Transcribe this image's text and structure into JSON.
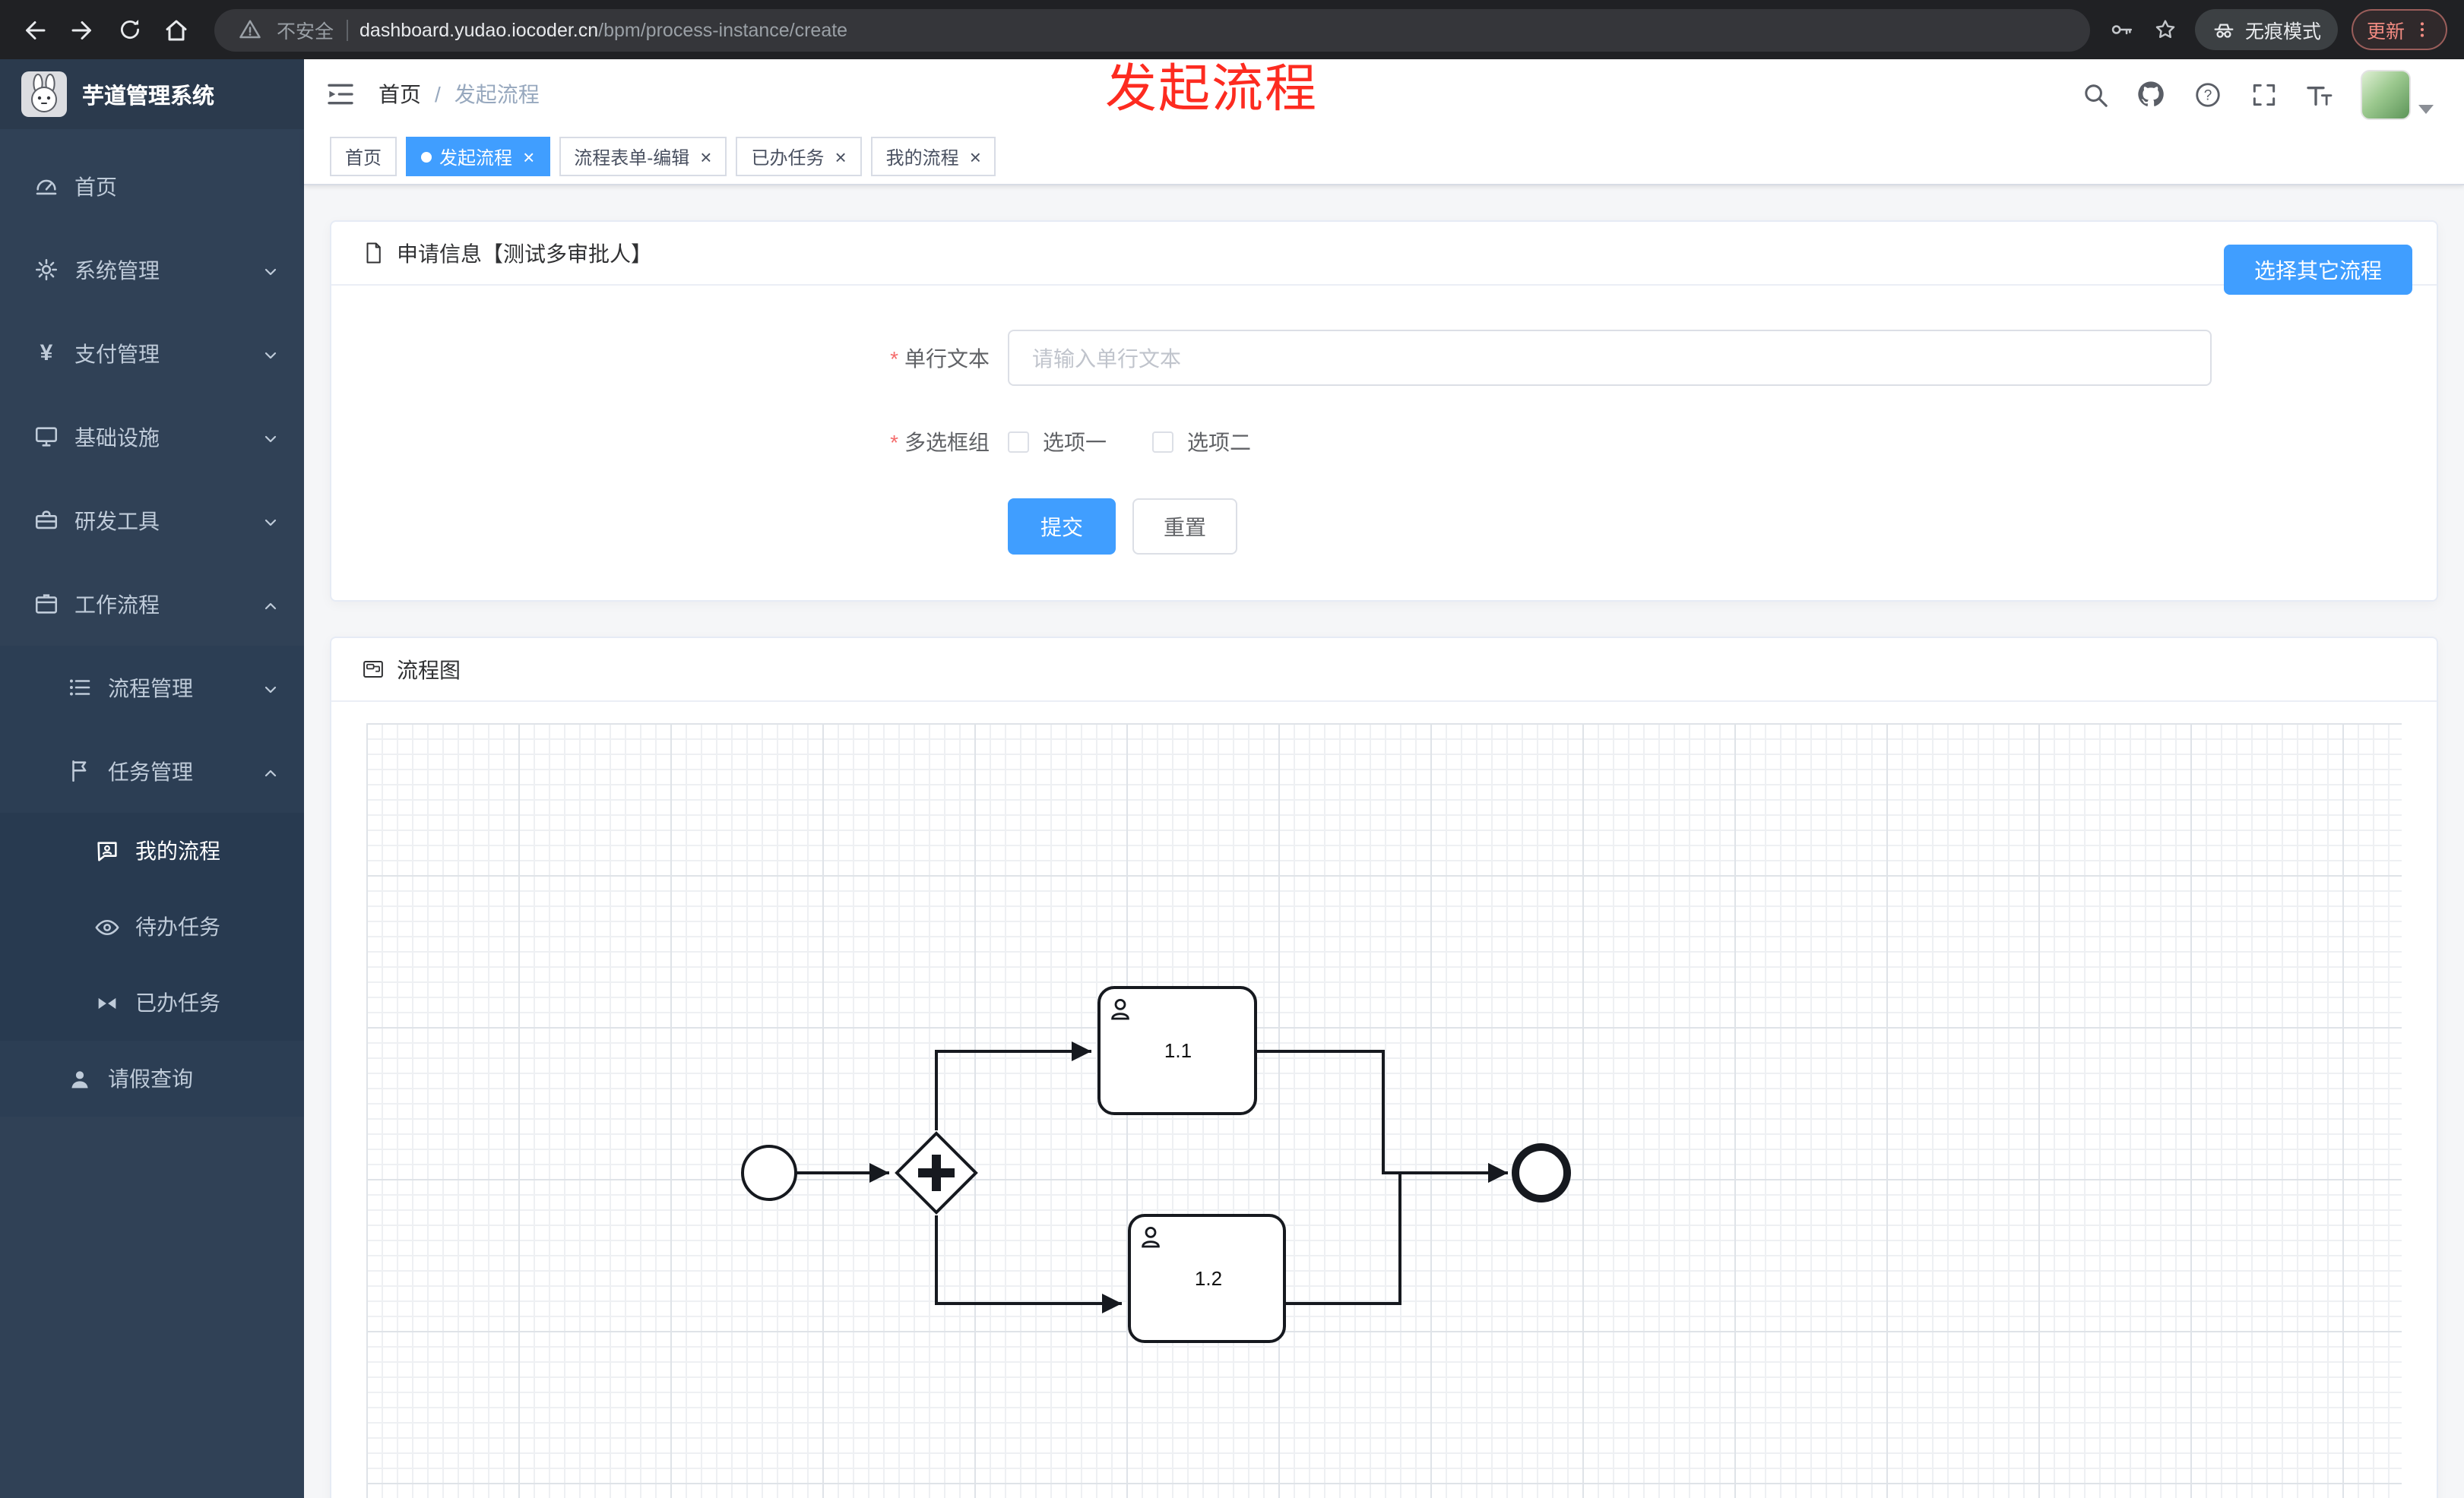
{
  "browser": {
    "security_label": "不安全",
    "url_host": "dashboard.yudao.iocoder.cn",
    "url_path": "/bpm/process-instance/create",
    "incognito_label": "无痕模式",
    "update_label": "更新"
  },
  "overlay_title": "发起流程",
  "sidebar": {
    "app_title": "芋道管理系统",
    "items": [
      {
        "label": "首页"
      },
      {
        "label": "系统管理"
      },
      {
        "label": "支付管理"
      },
      {
        "label": "基础设施"
      },
      {
        "label": "研发工具"
      },
      {
        "label": "工作流程"
      },
      {
        "label": "流程管理"
      },
      {
        "label": "任务管理"
      },
      {
        "label": "我的流程"
      },
      {
        "label": "待办任务"
      },
      {
        "label": "已办任务"
      },
      {
        "label": "请假查询"
      }
    ]
  },
  "header": {
    "breadcrumb_home": "首页",
    "breadcrumb_current": "发起流程"
  },
  "tags": [
    {
      "label": "首页"
    },
    {
      "label": "发起流程"
    },
    {
      "label": "流程表单-编辑"
    },
    {
      "label": "已办任务"
    },
    {
      "label": "我的流程"
    }
  ],
  "form_card": {
    "title": "申请信息【测试多审批人】",
    "select_other_label": "选择其它流程",
    "field_text_label": "单行文本",
    "field_text_placeholder": "请输入单行文本",
    "field_checkbox_label": "多选框组",
    "checkbox_option1": "选项一",
    "checkbox_option2": "选项二",
    "submit_label": "提交",
    "reset_label": "重置"
  },
  "diagram_card": {
    "title": "流程图",
    "task1_label": "1.1",
    "task2_label": "1.2"
  },
  "ui": {
    "close_glyph": "×",
    "breadcrumb_separator": "/",
    "required_mark": "*",
    "yen_glyph": "¥",
    "question_glyph": "?"
  },
  "colors": {
    "primary": "#409eff",
    "sidebar_bg": "#304156",
    "required_red": "#f56c6c",
    "overlay_red": "#fd2b20",
    "chrome_bg": "#202124"
  }
}
